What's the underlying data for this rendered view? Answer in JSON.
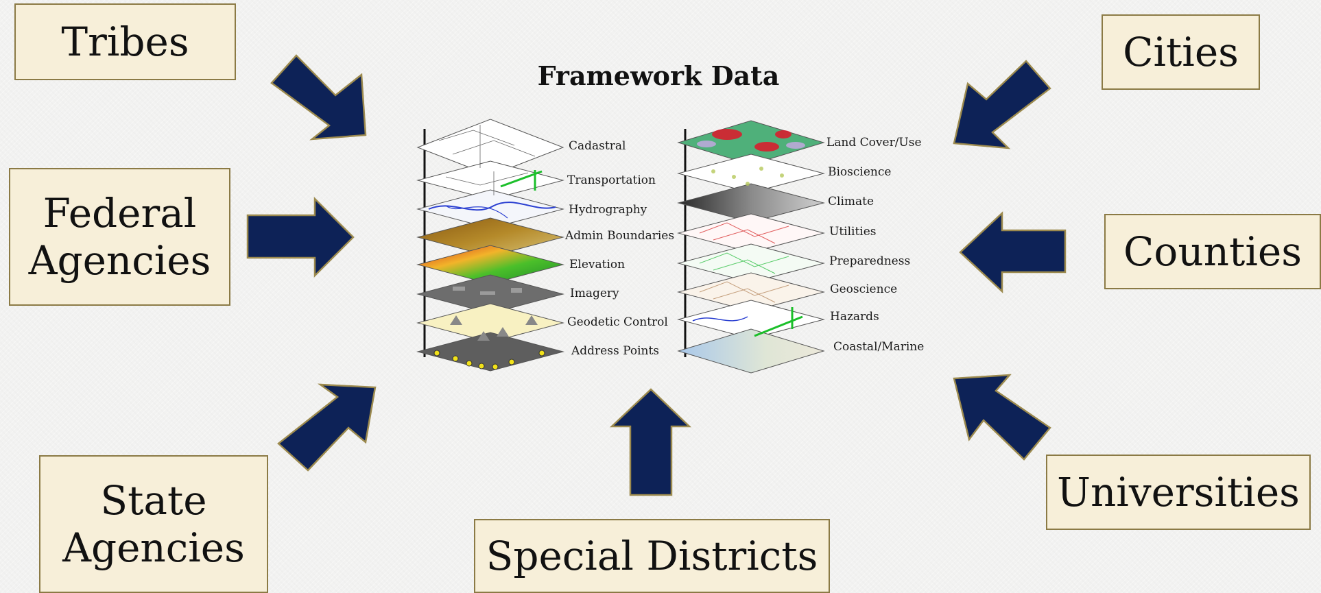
{
  "framework": {
    "title": "Framework Data",
    "left_layers": [
      "Cadastral",
      "Transportation",
      "Hydrography",
      "Admin Boundaries",
      "Elevation",
      "Imagery",
      "Geodetic Control",
      "Address Points"
    ],
    "right_layers": [
      "Land Cover/Use",
      "Bioscience",
      "Climate",
      "Utilities",
      "Preparedness",
      "Geoscience",
      "Hazards",
      "Coastal/Marine"
    ]
  },
  "sources": {
    "tribes": "Tribes",
    "federal_agencies": [
      "Federal",
      "Agencies"
    ],
    "state_agencies": [
      "State",
      "Agencies"
    ],
    "special_districts": "Special Districts",
    "cities": "Cities",
    "counties": "Counties",
    "universities": "Universities"
  },
  "colors": {
    "box_fill": "#f7efd9",
    "box_border": "#8b7a45",
    "arrow_fill": "#0d2257",
    "arrow_stroke": "#9c8a4e"
  }
}
